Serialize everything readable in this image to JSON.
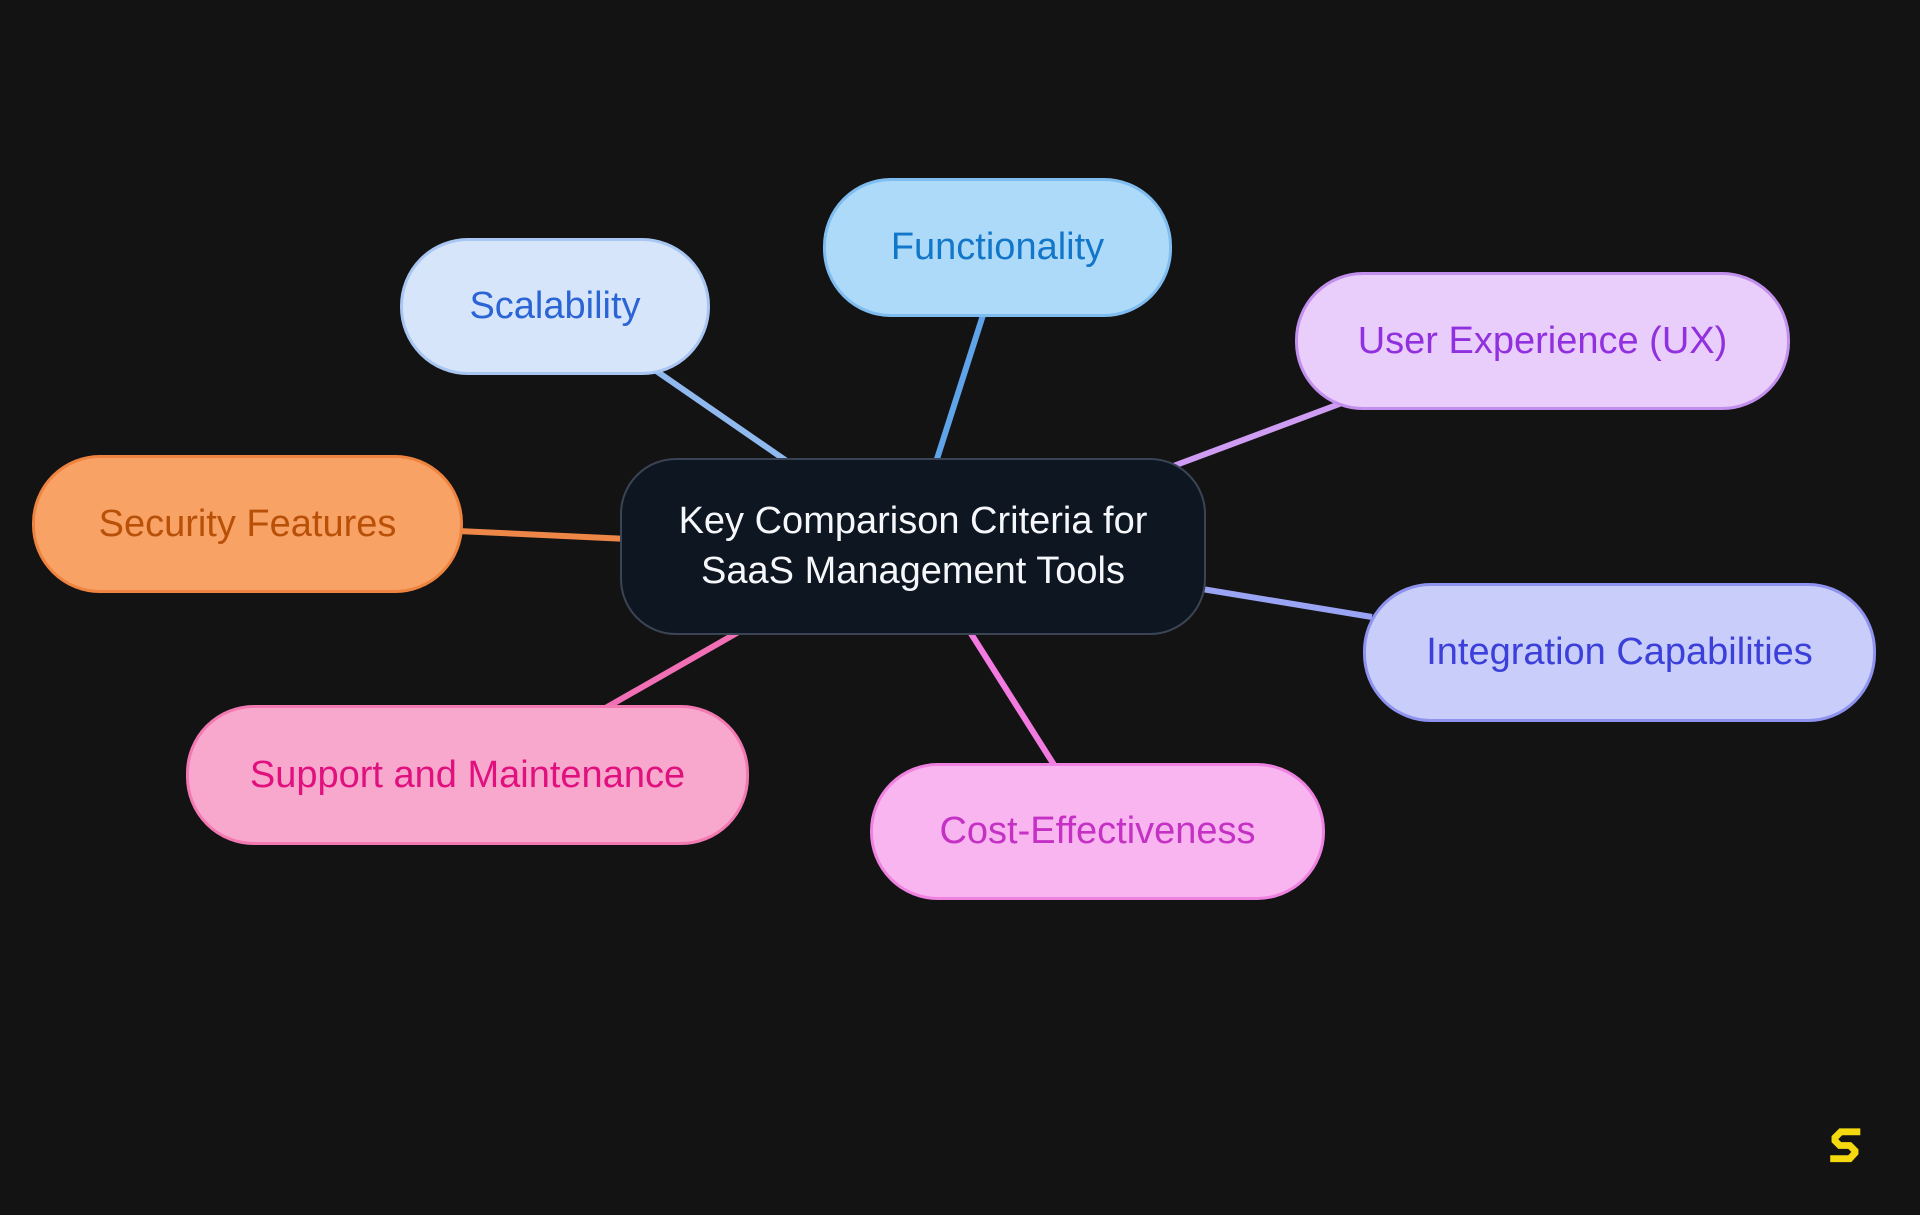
{
  "page": {
    "background_color": "#131313"
  },
  "mindmap": {
    "root": {
      "label": "Key Comparison Criteria for SaaS Management Tools",
      "fill": "#0e1621",
      "border_color": "#3b4454",
      "text_color": "#f5f7fa"
    },
    "branches": [
      {
        "id": "functionality",
        "label": "Functionality",
        "fill": "#aedafa",
        "border_color": "#7fbdf0",
        "text_color": "#1377c9",
        "connector_color": "#5fa4e8"
      },
      {
        "id": "scalability",
        "label": "Scalability",
        "fill": "#d7e5fb",
        "border_color": "#a9c6f3",
        "text_color": "#2a64d5",
        "connector_color": "#8fb9ef"
      },
      {
        "id": "user-experience",
        "label": "User Experience (UX)",
        "fill": "#e9cdfa",
        "border_color": "#c28fee",
        "text_color": "#9130de",
        "connector_color": "#cf9cf3"
      },
      {
        "id": "security-features",
        "label": "Security Features",
        "fill": "#f9a266",
        "border_color": "#ef8440",
        "text_color": "#b85107",
        "connector_color": "#ed8747"
      },
      {
        "id": "integration-capabilities",
        "label": "Integration Capabilities",
        "fill": "#c9cdf9",
        "border_color": "#8e93f0",
        "text_color": "#3c40da",
        "connector_color": "#9aa4f4"
      },
      {
        "id": "support-and-maintenance",
        "label": "Support and Maintenance",
        "fill": "#f9a8cd",
        "border_color": "#f379b3",
        "text_color": "#e0117f",
        "connector_color": "#f170b5"
      },
      {
        "id": "cost-effectiveness",
        "label": "Cost-Effectiveness",
        "fill": "#f9b5ef",
        "border_color": "#ef82e0",
        "text_color": "#c431c4",
        "connector_color": "#f27ae0"
      }
    ]
  },
  "watermark": {
    "icon": "s-logo-icon",
    "color": "#f5d90f"
  }
}
